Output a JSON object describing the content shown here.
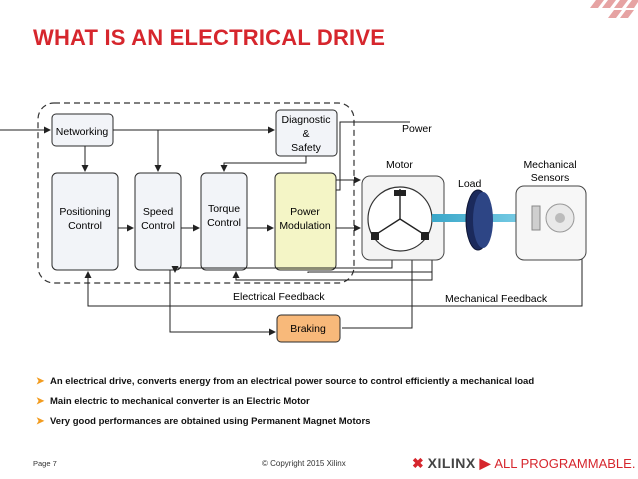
{
  "title": "WHAT IS AN ELECTRICAL DRIVE",
  "diagram": {
    "blocks": {
      "networking": "Networking",
      "diagnostic": [
        "Diagnostic",
        "&",
        "Safety"
      ],
      "positioning": [
        "Positioning",
        "Control"
      ],
      "speed": [
        "Speed",
        "Control"
      ],
      "torque": [
        "Torque",
        "Control"
      ],
      "power_modulation": [
        "Power",
        "Modulation"
      ],
      "braking": "Braking"
    },
    "labels": {
      "power": "Power",
      "motor": "Motor",
      "load": "Load",
      "mechanical_sensors": [
        "Mechanical",
        "Sensors"
      ],
      "electrical_feedback": "Electrical Feedback",
      "mechanical_feedback": "Mechanical Feedback"
    },
    "colors": {
      "block_fill": "#f2f4f8",
      "power_fill": "#f4f5c6",
      "braking_fill": "#f8b97a",
      "border": "#2b2b2b"
    }
  },
  "bullets": [
    "An electrical drive, converts energy from an electrical power source to control efficiently a mechanical load",
    "Main electric to mechanical converter is an Electric Motor",
    "Very good performances are obtained using Permanent Magnet Motors"
  ],
  "footer": {
    "page": "Page 7",
    "copyright": "© Copyright 2015 Xilinx",
    "logo_brand": "XILINX",
    "logo_tag": "ALL PROGRAMMABLE."
  },
  "accent_color": "#d6262d"
}
